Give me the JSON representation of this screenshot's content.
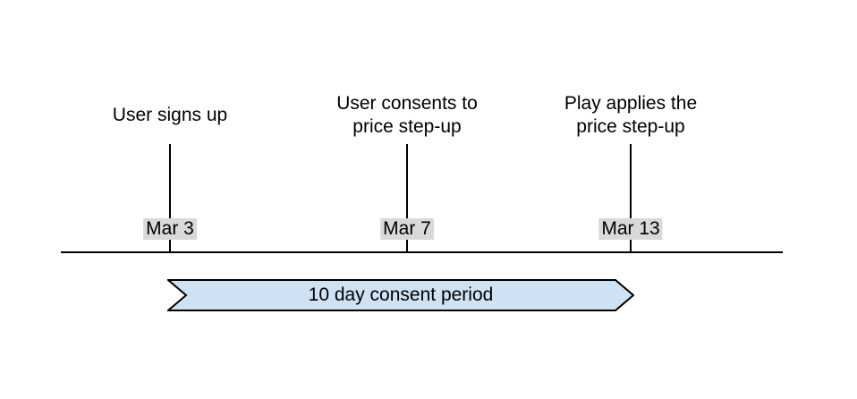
{
  "events": [
    {
      "title": "User signs up",
      "date": "Mar 3"
    },
    {
      "title": "User consents to\nprice step-up",
      "date": "Mar 7"
    },
    {
      "title": "Play applies the\nprice step-up",
      "date": "Mar 13"
    }
  ],
  "consent_period": {
    "label": "10 day consent period"
  },
  "colors": {
    "banner_fill": "#cfe2f3",
    "banner_stroke": "#000000",
    "date_badge_bg": "#d9d9d9",
    "line": "#000000"
  }
}
